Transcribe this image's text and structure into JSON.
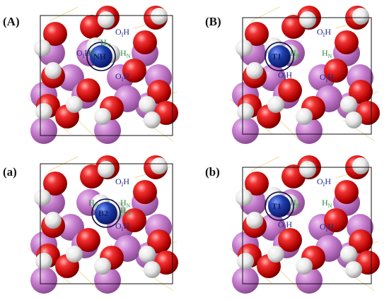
{
  "panels": [
    {
      "id": "A",
      "letter": "(A)",
      "labels": [
        {
          "text": "O",
          "sub": "I",
          "tail": "H",
          "color": "blue",
          "pos": "top-right"
        },
        {
          "text": "O",
          "sub": "I",
          "tail": "H",
          "color": "blue",
          "pos": "left"
        },
        {
          "text": "H",
          "sub": "N",
          "tail": "",
          "color": "green",
          "pos": "hn-left"
        },
        {
          "text": "H",
          "sub": "N",
          "tail": "",
          "color": "green",
          "pos": "hn-right"
        },
        {
          "text": "H",
          "sub": "N",
          "tail": "",
          "color": "green",
          "pos": "hn-top"
        },
        {
          "text": "O",
          "sub": "I",
          "tail": "H",
          "color": "blue",
          "pos": "bottom"
        },
        {
          "text": "NH",
          "sub": "",
          "tail": "",
          "color": "dark",
          "pos": "center"
        }
      ]
    },
    {
      "id": "B",
      "letter": "(B)",
      "labels": [
        {
          "text": "O",
          "sub": "I",
          "tail": "H",
          "color": "blue",
          "pos": "top-right"
        },
        {
          "text": "H",
          "sub": "N",
          "tail": "",
          "color": "green",
          "pos": "hn-left"
        },
        {
          "text": "H",
          "sub": "N",
          "tail": "",
          "color": "green",
          "pos": "hn-right"
        },
        {
          "text": "T1",
          "sub": "",
          "tail": "",
          "color": "dark",
          "pos": "center"
        },
        {
          "text": "Ö",
          "sub": "I",
          "tail": "H",
          "color": "blue",
          "pos": "below-center"
        },
        {
          "text": "O",
          "sub": "I",
          "tail": "H",
          "color": "blue",
          "pos": "bottom-right"
        }
      ]
    },
    {
      "id": "a",
      "letter": "(a)",
      "labels": [
        {
          "text": "O",
          "sub": "I",
          "tail": "H",
          "color": "blue",
          "pos": "top-right"
        },
        {
          "text": "H",
          "sub": "N",
          "tail": "",
          "color": "green",
          "pos": "hn-left"
        },
        {
          "text": "H",
          "sub": "N",
          "tail": "",
          "color": "green",
          "pos": "hn-right"
        },
        {
          "text": "H",
          "sub": "N",
          "tail": "",
          "color": "green",
          "pos": "hn-bottom"
        },
        {
          "text": "B2",
          "sub": "",
          "tail": "",
          "color": "dark",
          "pos": "center"
        },
        {
          "text": "O",
          "sub": "I",
          "tail": "H",
          "color": "blue",
          "pos": "bottom"
        }
      ]
    },
    {
      "id": "b",
      "letter": "(b)",
      "labels": [
        {
          "text": "O",
          "sub": "I",
          "tail": "H",
          "color": "blue",
          "pos": "top-right"
        },
        {
          "text": "H",
          "sub": "N",
          "tail": "",
          "color": "green",
          "pos": "hn-left"
        },
        {
          "text": "H",
          "sub": "N",
          "tail": "",
          "color": "green",
          "pos": "hn-right"
        },
        {
          "text": "T1",
          "sub": "",
          "tail": "",
          "color": "dark",
          "pos": "center"
        },
        {
          "text": "Ö",
          "sub": "I",
          "tail": "H",
          "color": "blue",
          "pos": "below-center"
        },
        {
          "text": "O",
          "sub": "I",
          "tail": "H",
          "color": "blue",
          "pos": "bottom-right"
        }
      ]
    }
  ],
  "colors": {
    "oxygen": "#e01b1b",
    "hydrogen": "#f2f2f2",
    "metal": "#c77dce",
    "nitrogen": "#1f3fae",
    "label_blue": "#1f2a8a",
    "label_green": "#2e8b3e"
  }
}
